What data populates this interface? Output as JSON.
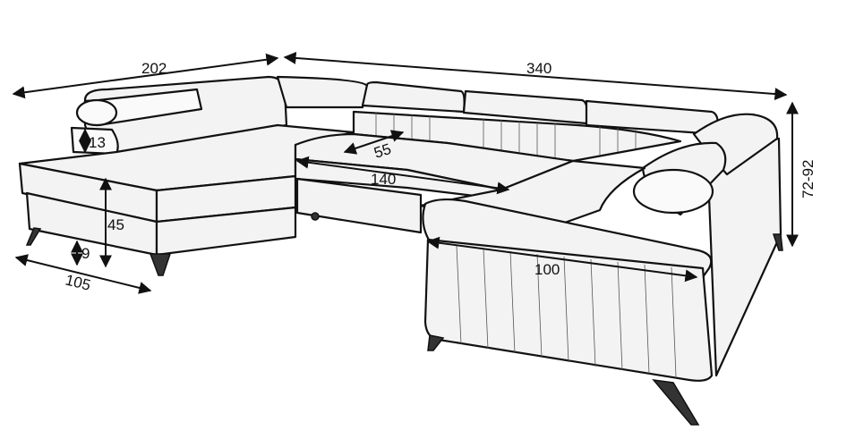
{
  "dimensions": {
    "left_length": "202",
    "total_length": "340",
    "headrest_height": "13",
    "seat_depth": "55",
    "bed_width": "140",
    "seat_height": "45",
    "leg_height": "9",
    "chaise_depth": "105",
    "right_chaise_length": "100",
    "height_range": "72-92"
  }
}
